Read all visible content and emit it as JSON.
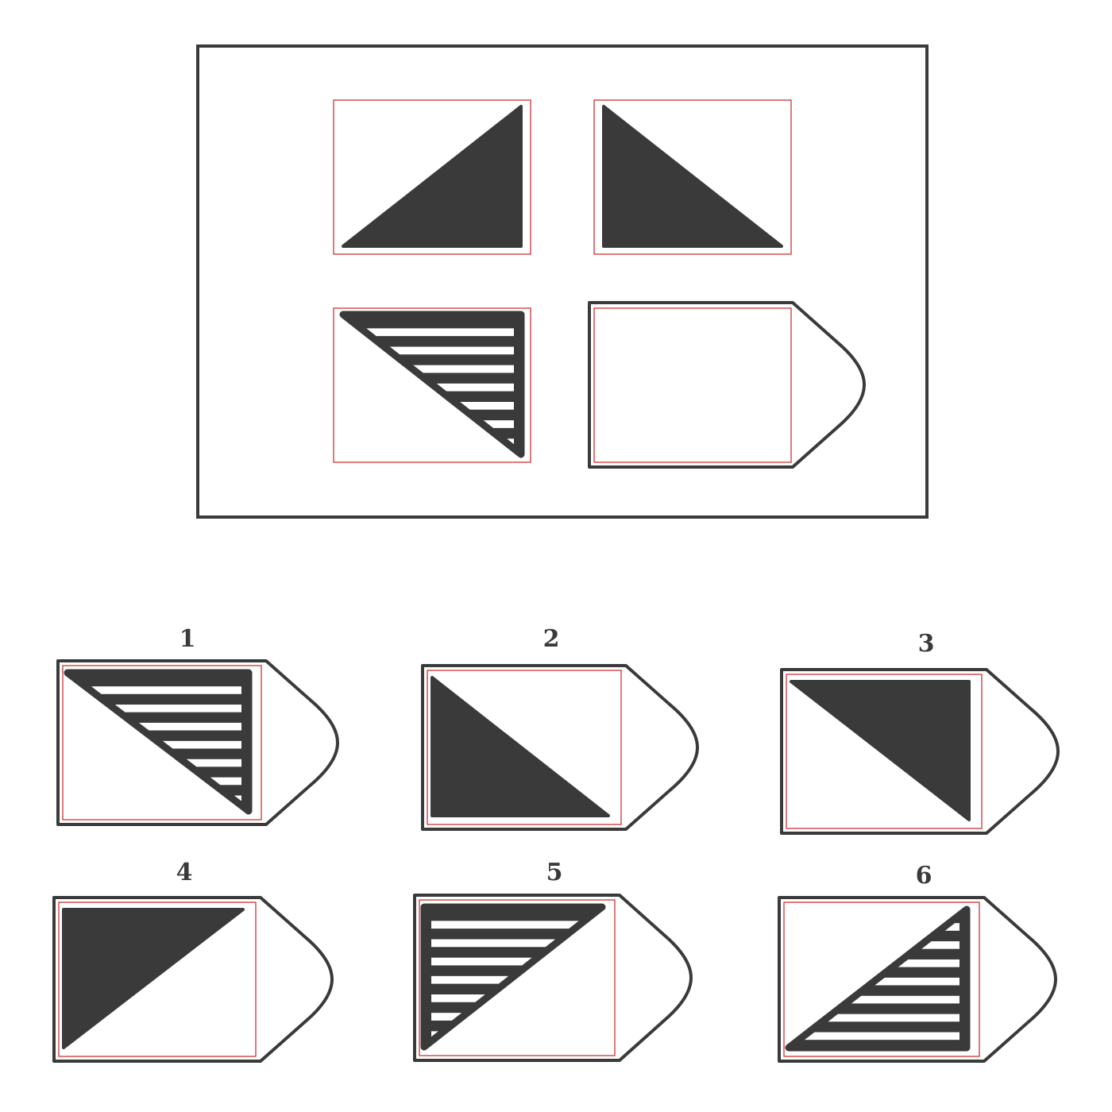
{
  "colors": {
    "ink": "#3a3a3a",
    "paper": "#ffffff",
    "highlight": "#cc2222"
  },
  "matrix": {
    "cells": [
      {
        "fill": "solid",
        "orientation": "right-angle-bottom-right"
      },
      {
        "fill": "solid",
        "orientation": "right-angle-bottom-left"
      },
      {
        "fill": "striped",
        "orientation": "right-angle-top-right"
      },
      {
        "fill": "empty",
        "orientation": "missing"
      }
    ]
  },
  "options": [
    {
      "label": "1",
      "fill": "striped",
      "orientation": "right-angle-top-right"
    },
    {
      "label": "2",
      "fill": "solid",
      "orientation": "right-angle-bottom-left"
    },
    {
      "label": "3",
      "fill": "solid",
      "orientation": "right-angle-top-right"
    },
    {
      "label": "4",
      "fill": "solid",
      "orientation": "right-angle-top-left"
    },
    {
      "label": "5",
      "fill": "striped",
      "orientation": "right-angle-top-left"
    },
    {
      "label": "6",
      "fill": "striped",
      "orientation": "right-angle-bottom-right"
    }
  ]
}
